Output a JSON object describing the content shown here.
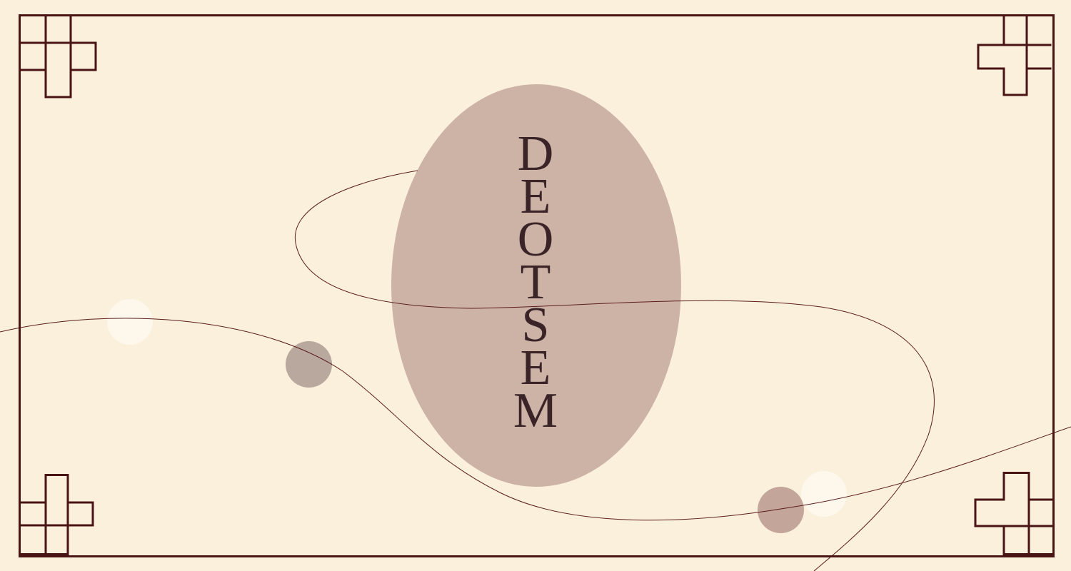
{
  "colors": {
    "background": "#fbf0dc",
    "frame": "#4a1414",
    "oval": "#cdb3a6",
    "text": "#3a2428",
    "line": "#5a1c1c",
    "dot_taupe": "#b8a89d",
    "dot_rose": "#c4a599",
    "dot_cream": "#fdf7ec"
  },
  "title": {
    "letters": [
      "D",
      "E",
      "O",
      "T",
      "S",
      "E",
      "M"
    ]
  }
}
